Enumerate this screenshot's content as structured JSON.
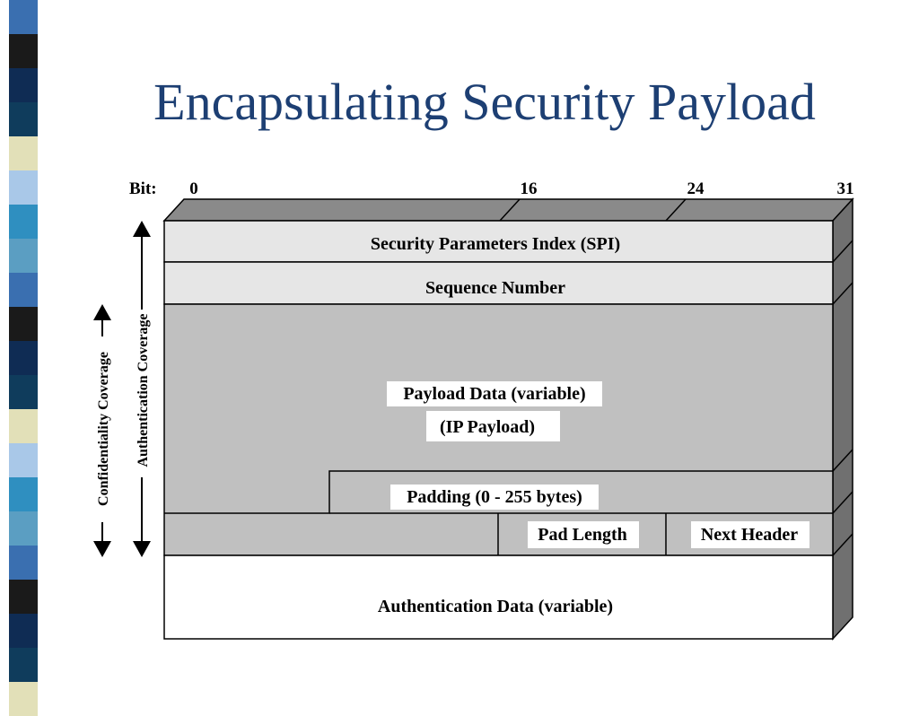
{
  "slide": {
    "title": "Encapsulating Security Payload",
    "title_color": "#1d3f73"
  },
  "diagram": {
    "bit_label": "Bit:",
    "bit_ticks": [
      "0",
      "16",
      "24",
      "31"
    ],
    "fields": {
      "spi": "Security Parameters Index (SPI)",
      "sequence": "Sequence Number",
      "payload": "Payload Data (variable)",
      "ip_payload": "(IP Payload)",
      "padding": "Padding (0 - 255 bytes)",
      "pad_length": "Pad Length",
      "next_header": "Next Header",
      "auth_data": "Authentication Data (variable)"
    },
    "coverage": {
      "authentication": "Authentication Coverage",
      "confidentiality": "Confidentiality Coverage"
    },
    "colors": {
      "light_field": "#e6e6e6",
      "encrypted_field": "#c0c0c0",
      "top_face": "#8a8a8a",
      "side_face": "#707070",
      "auth_field": "#ffffff"
    }
  },
  "decoration": {
    "stripe_colors": [
      "#3a6fb0",
      "#0f3c5c",
      "#2f8fc0",
      "#1a1a1a",
      "#e2e0b8",
      "#5b9ec2",
      "#0f2c54",
      "#a9c8e8"
    ]
  }
}
